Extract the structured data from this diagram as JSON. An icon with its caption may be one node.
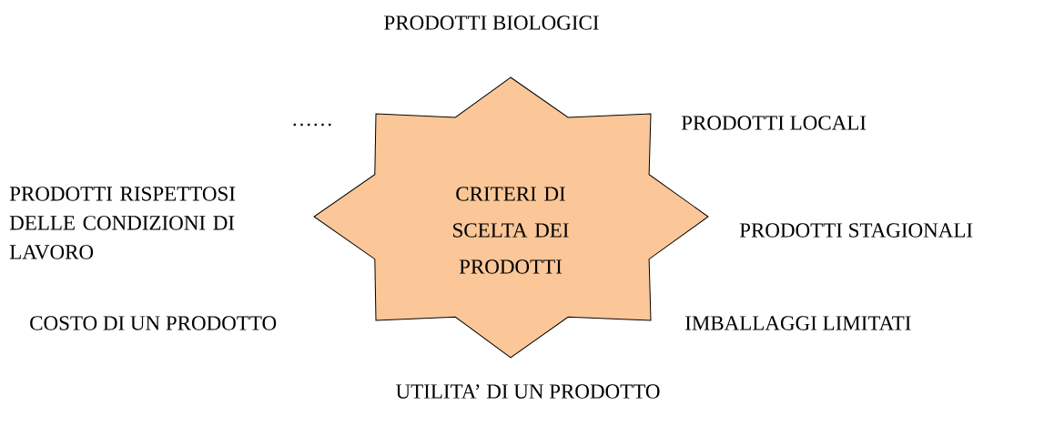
{
  "diagram": {
    "nodes": [
      {
        "text": [
          "CRITERI DI SCELTA DEI PRODOTTI"
        ]
      }
    ],
    "labels": [
      "PRODOTTI BIOLOGICI",
      "……",
      "PRODOTTI LOCALI",
      "PRODOTTI RISPETTOSI DELLE CONDIZIONI DI LAVORO",
      "PRODOTTI STAGIONALI",
      "COSTO DI UN PRODOTTO",
      "IMBALLAGGI LIMITATI",
      "UTILITA’ DI UN PRODOTTO"
    ]
  }
}
